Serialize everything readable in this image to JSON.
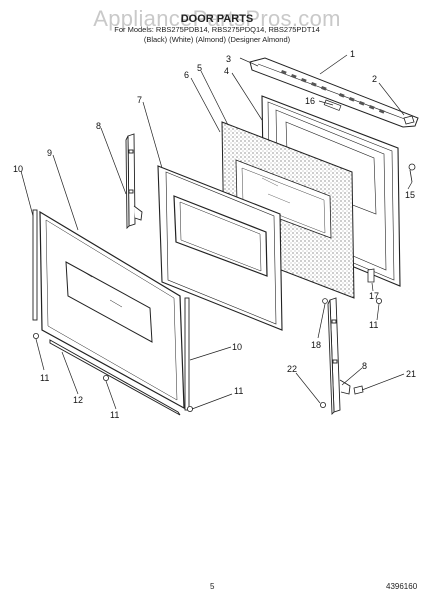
{
  "watermark": "AppliancePartsPros.com",
  "title": "DOOR PARTS",
  "models_line": "For Models: RBS275PDB14, RBS275PDQ14, RBS275PDT14",
  "variants_line": "(Black)    (White)    (Almond)   (Designer Almond)",
  "page_number": "5",
  "document_number": "4396160",
  "callouts": [
    "1",
    "2",
    "3",
    "4",
    "5",
    "6",
    "7",
    "8",
    "9",
    "10",
    "11",
    "12",
    "15",
    "16",
    "17",
    "18",
    "21",
    "22"
  ],
  "colors": {
    "line": "#222222",
    "foam": "#d8d8d8",
    "watermark": "#c9c9c9"
  }
}
